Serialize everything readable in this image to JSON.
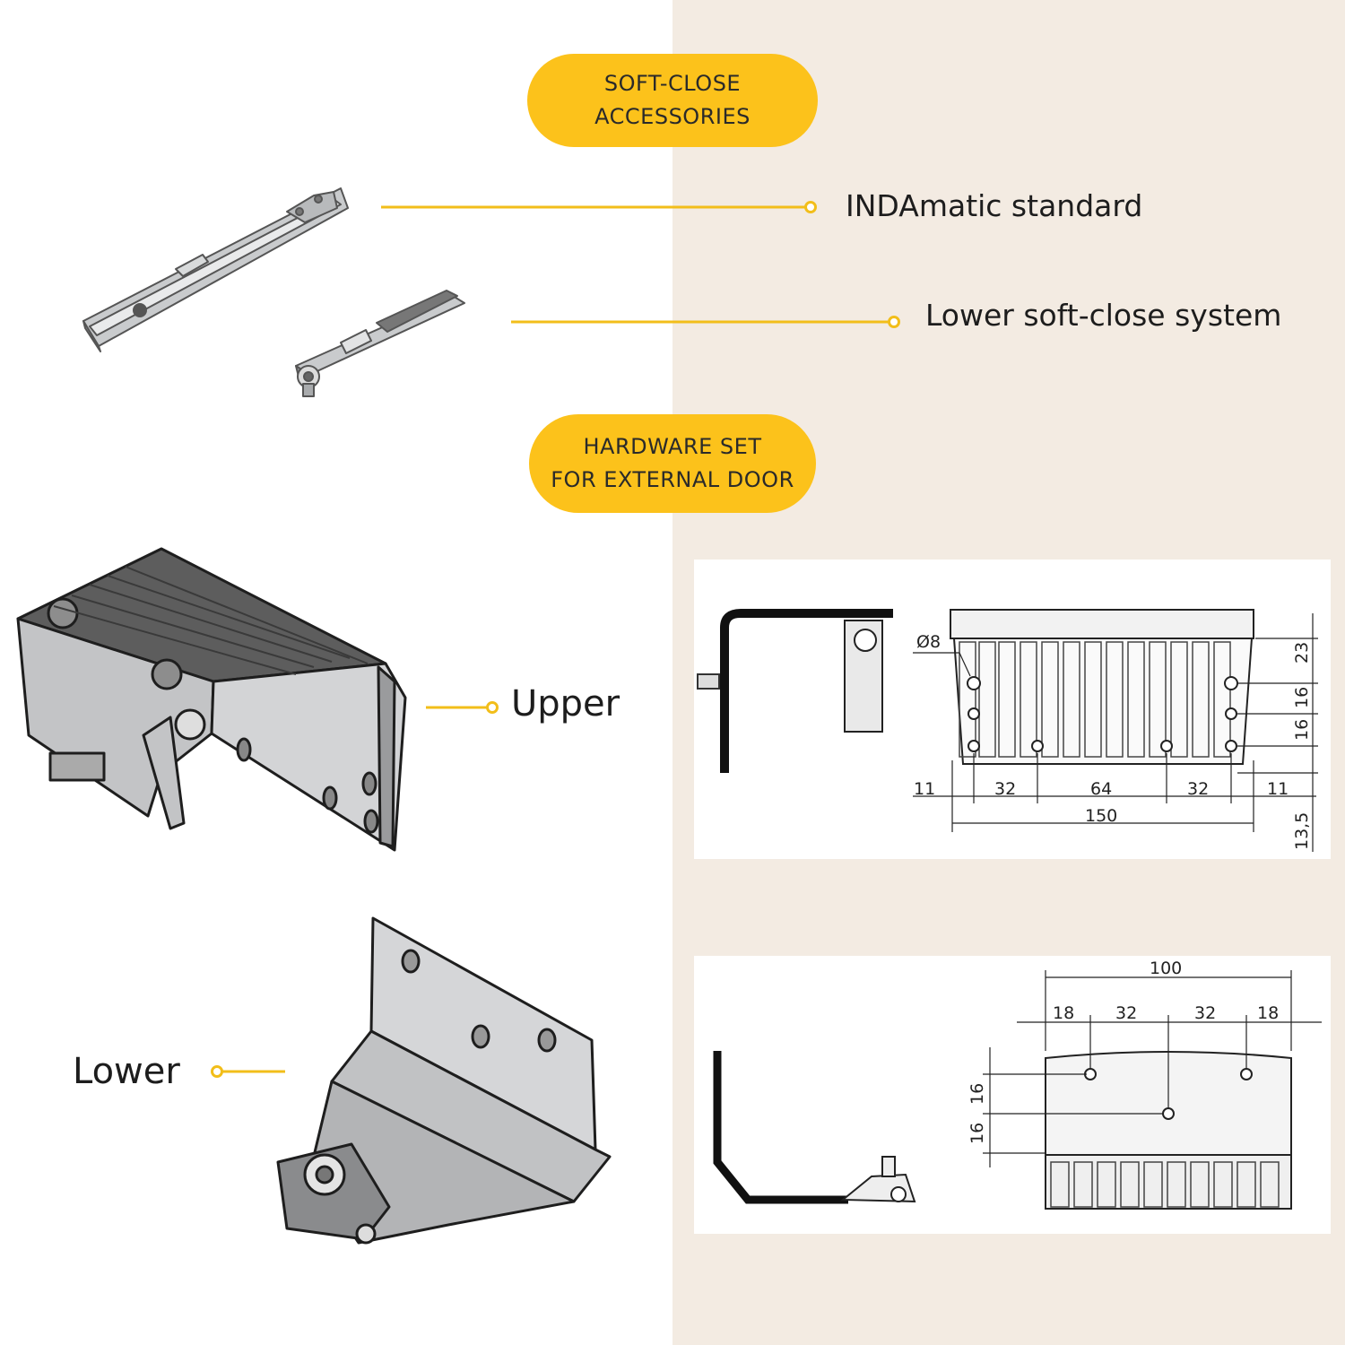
{
  "headings": {
    "soft_close": [
      "SOFT-CLOSE",
      "ACCESSORIES"
    ],
    "hardware_set": [
      "HARDWARE SET",
      "FOR EXTERNAL DOOR"
    ]
  },
  "labels": {
    "indamatic": "INDAmatic standard",
    "lower_soft_close": "Lower soft-close system",
    "upper": "Upper",
    "lower": "Lower"
  },
  "drawing_upper": {
    "hole_diameter": "Ø8",
    "widths": [
      "11",
      "32",
      "64",
      "32",
      "11"
    ],
    "total_width": "150",
    "heights": [
      "23",
      "16",
      "16"
    ],
    "offset": "13,5"
  },
  "drawing_lower": {
    "total_width": "100",
    "widths": [
      "18",
      "32",
      "32",
      "18"
    ],
    "heights": [
      "16",
      "16"
    ]
  },
  "colors": {
    "accent_yellow": "#fcc21b",
    "right_background": "#f3ebe2"
  }
}
